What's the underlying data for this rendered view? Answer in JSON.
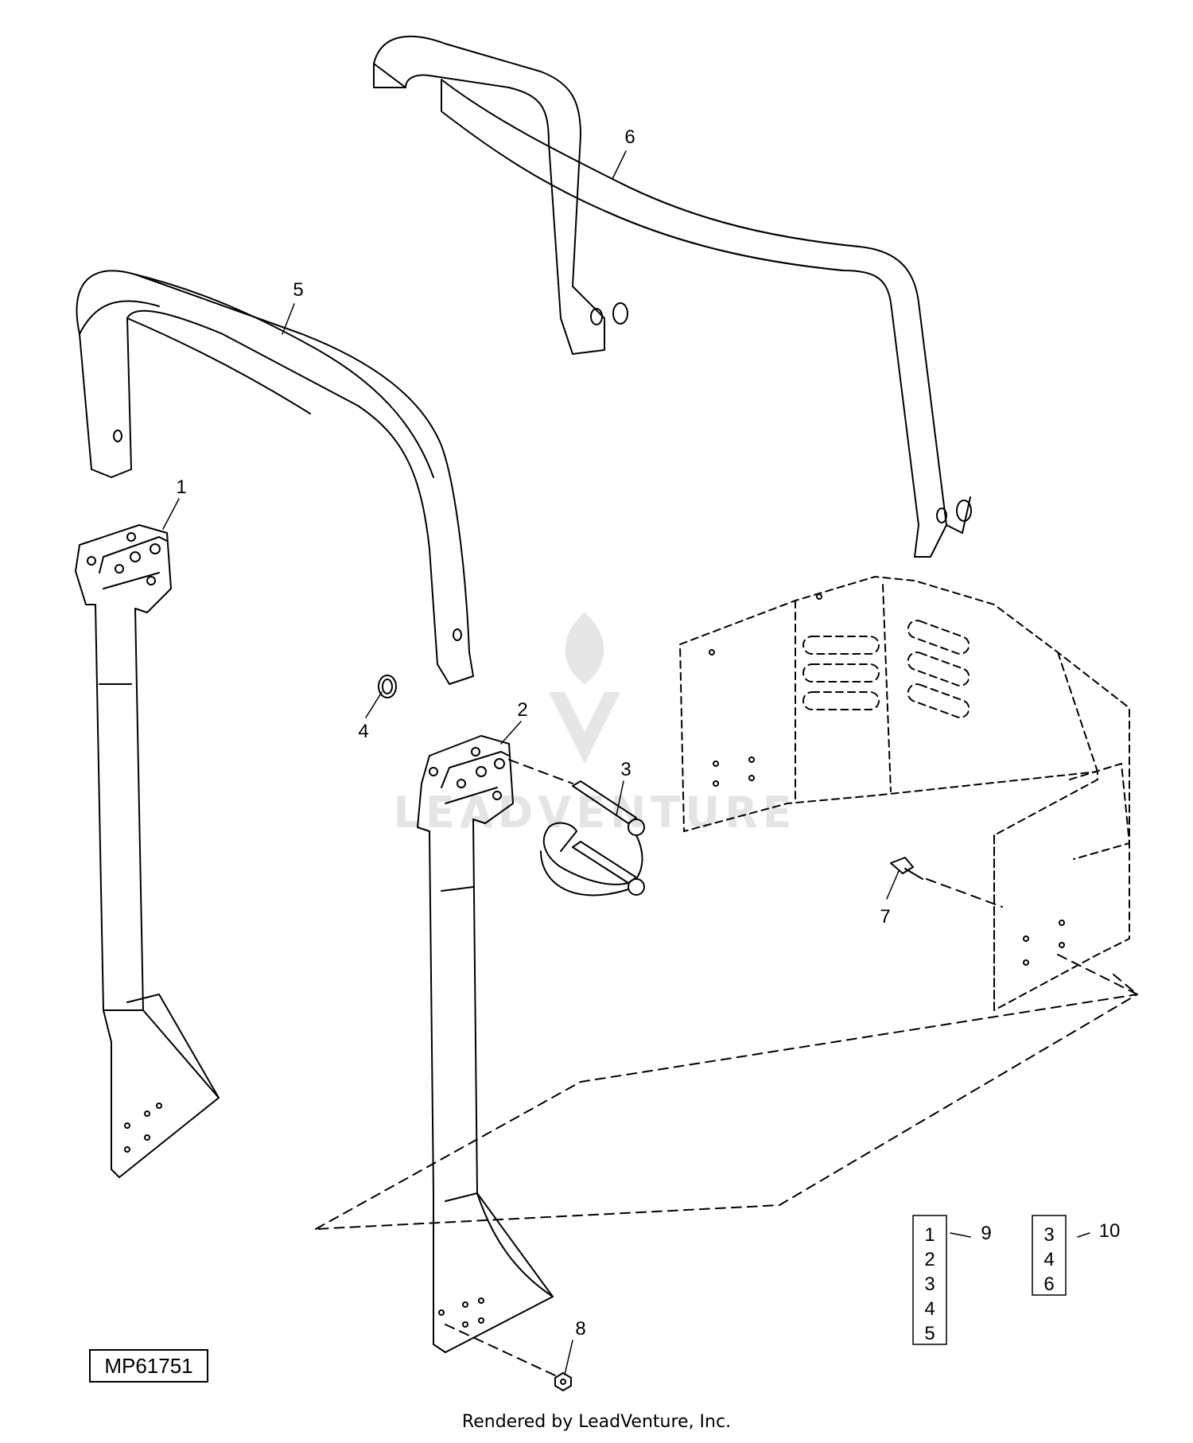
{
  "diagram_id": "MP61751",
  "footer": "Rendered by LeadVenture, Inc.",
  "watermark": "LEADVENTURE",
  "callouts": [
    "1",
    "2",
    "3",
    "4",
    "5",
    "6",
    "7",
    "8",
    "9",
    "10"
  ],
  "kit_9": [
    "1",
    "2",
    "3",
    "4",
    "5"
  ],
  "kit_10": [
    "3",
    "4",
    "6"
  ]
}
